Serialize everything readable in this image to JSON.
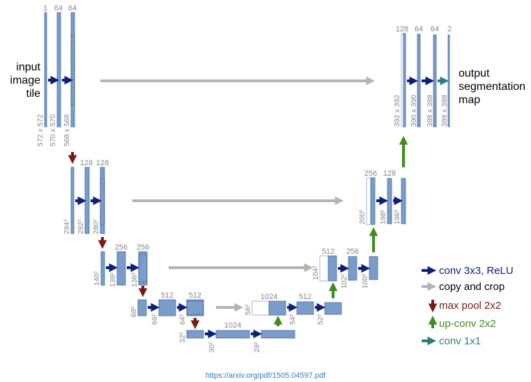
{
  "input_label": [
    "input",
    "image",
    "tile"
  ],
  "output_label": [
    "output",
    "segmentation",
    "map"
  ],
  "channels": {
    "l1": [
      "1",
      "64",
      "64"
    ],
    "l2": [
      "128",
      "128"
    ],
    "l3": [
      "256",
      "256"
    ],
    "l4": [
      "512",
      "512"
    ],
    "l5": [
      "1024"
    ],
    "u4": [
      "1024",
      "512"
    ],
    "u3": [
      "512",
      "256"
    ],
    "u2": [
      "256",
      "128"
    ],
    "u1": [
      "128",
      "64",
      "64",
      "2"
    ]
  },
  "dims": {
    "l1": [
      "572 x 572",
      "570 x 570",
      "568 x 568"
    ],
    "l2": [
      "284²",
      "282²",
      "280²"
    ],
    "l3": [
      "140²",
      "138²",
      "136²"
    ],
    "l4": [
      "68²",
      "66²",
      "64²"
    ],
    "l5": [
      "32²",
      "30²",
      "28²"
    ],
    "u4": [
      "56²",
      "54²",
      "52²"
    ],
    "u3": [
      "104²",
      "102²",
      "100²"
    ],
    "u2": [
      "200²",
      "198²",
      "196²"
    ],
    "u1": [
      "392 x 392",
      "390 x 390",
      "388 x 388",
      "388 x 388"
    ]
  },
  "legend": [
    {
      "label": "conv 3x3, ReLU",
      "color": "#0b1f7c",
      "text_color": "#0b1f7c",
      "icon": "arrow-right-icon"
    },
    {
      "label": "copy and crop",
      "color": "#b4b4b4",
      "text_color": "#000000",
      "icon": "arrow-right-icon"
    },
    {
      "label": "max pool 2x2",
      "color": "#7a1a14",
      "text_color": "#7a1a14",
      "icon": "arrow-down-icon"
    },
    {
      "label": "up-conv 2x2",
      "color": "#3e8c1e",
      "text_color": "#3e8c1e",
      "icon": "arrow-up-icon"
    },
    {
      "label": "conv 1x1",
      "color": "#2e7d7d",
      "text_color": "#2e7d7d",
      "icon": "arrow-right-icon"
    }
  ],
  "source_url": "https://arxiv.org/pdf/1505.04597.pdf",
  "colors": {
    "box": "#7a9ccb",
    "box_edge": "#4a6fa5",
    "conv": "#0b1f7c",
    "copy": "#b4b4b4",
    "pool": "#7a1a14",
    "upconv": "#3e8c1e",
    "conv1x1": "#2e7d7d"
  }
}
